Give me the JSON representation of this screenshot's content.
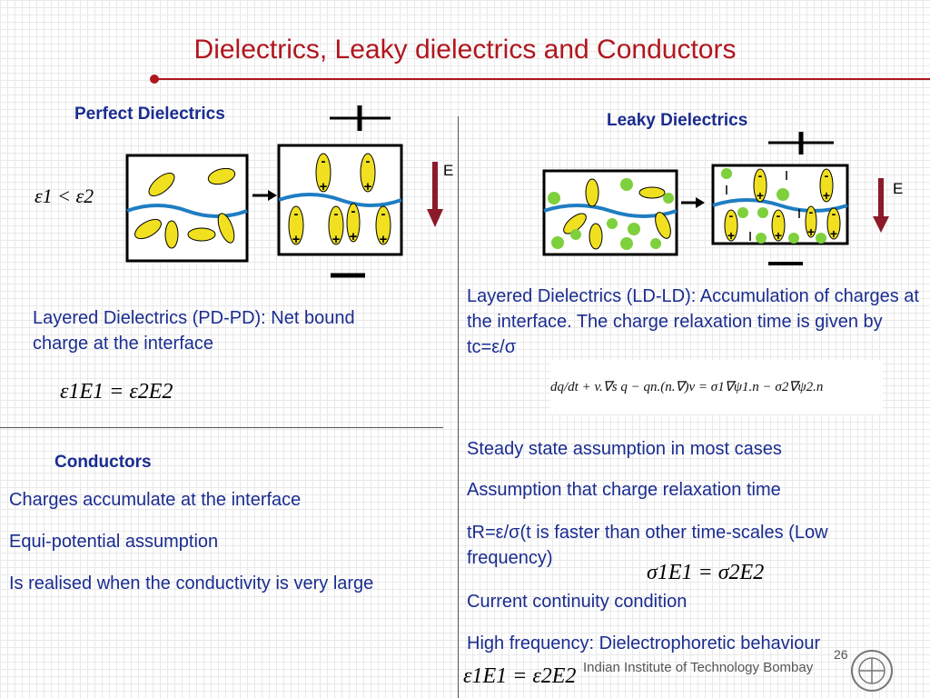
{
  "title": "Dielectrics, Leaky dielectrics and Conductors",
  "perfect": {
    "header": "Perfect Dielectrics",
    "field_label": "E",
    "relation": "ε1 < ε2",
    "desc": "Layered Dielectrics (PD-PD): Net bound charge at the interface",
    "equation": "ε1E1 = ε2E2"
  },
  "leaky": {
    "header": "Leaky Dielectrics",
    "field_label": "E",
    "desc": "Layered Dielectrics (LD-LD): Accumulation of charges at the interface. The charge relaxation time is given by tc=ε/σ",
    "equation_image": "dq/dt + v.∇s q − qn.(n.∇)v = σ1∇ψ1.n − σ2∇ψ2.n"
  },
  "conductors": {
    "header": "Conductors",
    "points": [
      "Charges accumulate at the interface",
      "Equi-potential assumption",
      "Is realised when the conductivity is very large"
    ]
  },
  "right_points": [
    "Steady state assumption in most cases",
    "Assumption that charge relaxation time",
    "tR=ε/σ(t is faster than other time-scales (Low frequency)",
    "Current continuity condition",
    "High frequency: Dielectrophoretic behaviour"
  ],
  "eq_sigma": "σ1E1 = σ2E2",
  "eq_bottom": "ε1E1 = ε2E2",
  "page_number": "26",
  "footer": "Indian Institute of Technology Bombay",
  "colors": {
    "title": "#b0161e",
    "text": "#1a2c8f",
    "interface": "#1f7dc2",
    "arrow": "#8b1a2a",
    "charge_green": "#7ed03c",
    "dipole_yellow": "#f0e020"
  }
}
